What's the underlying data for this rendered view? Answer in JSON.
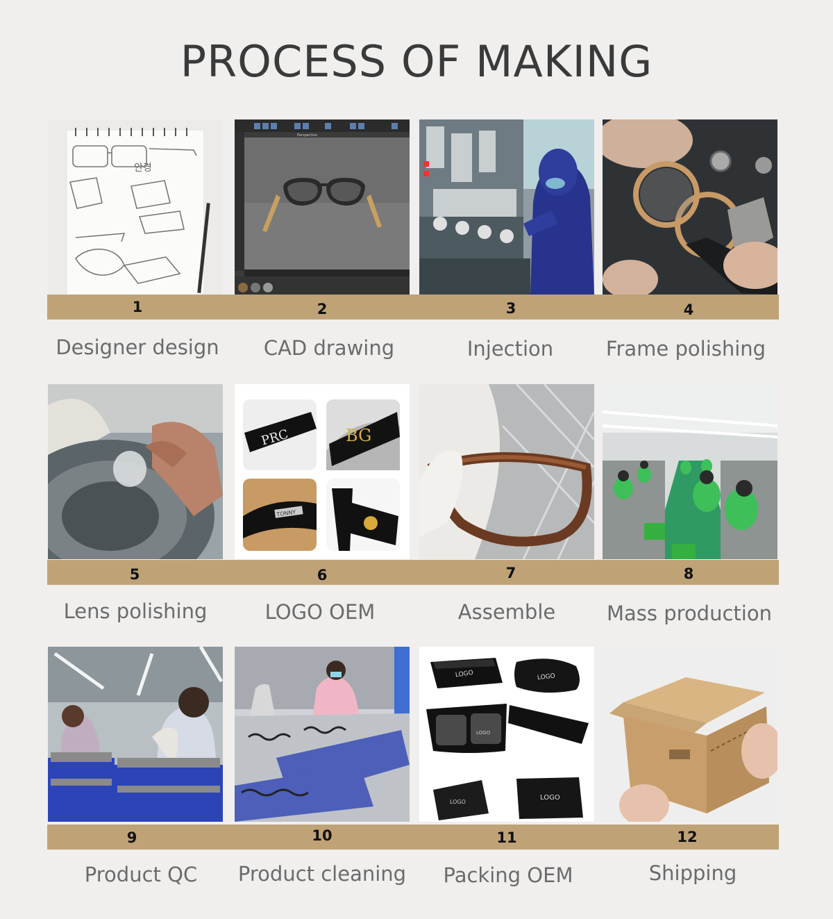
{
  "title": "PROCESS OF MAKING",
  "colors": {
    "background": "#f0efee",
    "bar": "#bfa377",
    "title": "#3a3a3a",
    "label": "#6b6b6b"
  },
  "steps": [
    {
      "number": "1",
      "label": "Designer design",
      "icon": "sketch-image"
    },
    {
      "number": "2",
      "label": "CAD drawing",
      "icon": "cad-screen-image"
    },
    {
      "number": "3",
      "label": "Injection",
      "icon": "factory-worker-image"
    },
    {
      "number": "4",
      "label": "Frame polishing",
      "icon": "frame-polishing-image"
    },
    {
      "number": "5",
      "label": "Lens polishing",
      "icon": "lens-polishing-image"
    },
    {
      "number": "6",
      "label": "LOGO OEM",
      "icon": "logo-temples-image"
    },
    {
      "number": "7",
      "label": "Assemble",
      "icon": "assemble-image"
    },
    {
      "number": "8",
      "label": "Mass production",
      "icon": "production-line-image"
    },
    {
      "number": "9",
      "label": "Product QC",
      "icon": "quality-check-image"
    },
    {
      "number": "10",
      "label": "Product cleaning",
      "icon": "cleaning-image"
    },
    {
      "number": "11",
      "label": "Packing OEM",
      "icon": "packing-image"
    },
    {
      "number": "12",
      "label": "Shipping",
      "icon": "shipping-box-image"
    }
  ],
  "logo_samples": {
    "a": "PRC",
    "b": "BG",
    "c": "TONNY"
  },
  "packing_samples": {
    "logo_text": "LOGO"
  },
  "cad_app_text": "Perspective"
}
